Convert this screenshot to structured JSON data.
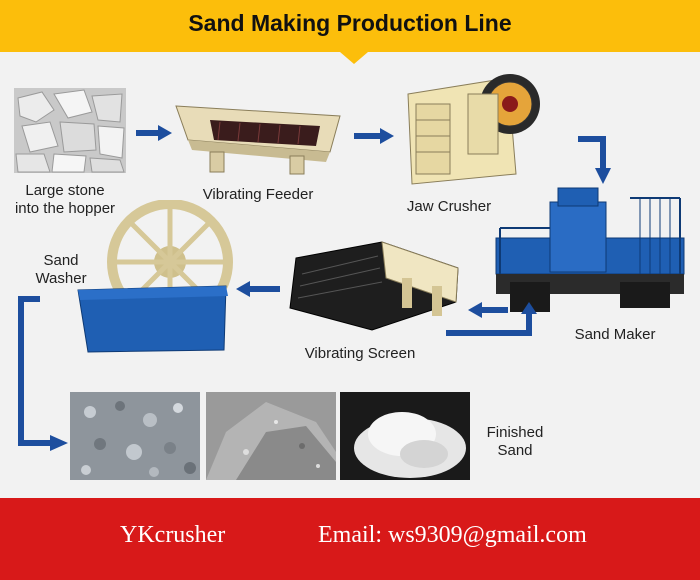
{
  "title": "Sand Making Production Line",
  "stages": {
    "stone": [
      "Large stone",
      "into the hopper"
    ],
    "feeder": "Vibrating Feeder",
    "jaw": "Jaw Crusher",
    "maker": "Sand Maker",
    "screen": "Vibrating Screen",
    "washer": [
      "Sand",
      "Washer"
    ],
    "finished": [
      "Finished",
      "Sand"
    ]
  },
  "footer": {
    "brand": "YKcrusher",
    "email": "Email: ws9309@gmail.com"
  },
  "colors": {
    "header": "#fcbe0b",
    "footer": "#d81919",
    "arrow": "#1d4e9e"
  },
  "icons": [
    "stone-pile-icon",
    "vibrating-feeder-icon",
    "jaw-crusher-icon",
    "sand-maker-icon",
    "vibrating-screen-icon",
    "sand-washer-icon",
    "sand-pile-icon"
  ]
}
